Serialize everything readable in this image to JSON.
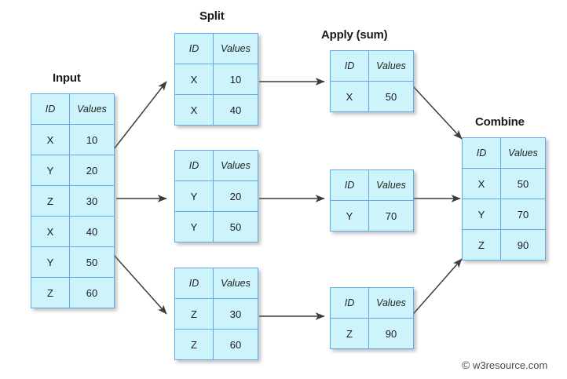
{
  "diagram": {
    "title_stages": {
      "input": "Input",
      "split": "Split",
      "apply": "Apply (sum)",
      "combine": "Combine"
    },
    "columns": {
      "id": "ID",
      "values": "Values"
    },
    "colors": {
      "cell_fill": "#cdf4fb",
      "cell_border": "#63a8e8",
      "arrow": "#3d3d3d",
      "label_text": "#1a1a1a",
      "background": "#ffffff"
    }
  },
  "tables": {
    "input": {
      "label": "Input",
      "headers": [
        "ID",
        "Values"
      ],
      "rows": [
        [
          "X",
          "10"
        ],
        [
          "Y",
          "20"
        ],
        [
          "Z",
          "30"
        ],
        [
          "X",
          "40"
        ],
        [
          "Y",
          "50"
        ],
        [
          "Z",
          "60"
        ]
      ]
    },
    "split": [
      {
        "headers": [
          "ID",
          "Values"
        ],
        "rows": [
          [
            "X",
            "10"
          ],
          [
            "X",
            "40"
          ]
        ]
      },
      {
        "headers": [
          "ID",
          "Values"
        ],
        "rows": [
          [
            "Y",
            "20"
          ],
          [
            "Y",
            "50"
          ]
        ]
      },
      {
        "headers": [
          "ID",
          "Values"
        ],
        "rows": [
          [
            "Z",
            "30"
          ],
          [
            "Z",
            "60"
          ]
        ]
      }
    ],
    "apply": [
      {
        "headers": [
          "ID",
          "Values"
        ],
        "rows": [
          [
            "X",
            "50"
          ]
        ]
      },
      {
        "headers": [
          "ID",
          "Values"
        ],
        "rows": [
          [
            "Y",
            "70"
          ]
        ]
      },
      {
        "headers": [
          "ID",
          "Values"
        ],
        "rows": [
          [
            "Z",
            "90"
          ]
        ]
      }
    ],
    "combine": {
      "label": "Combine",
      "headers": [
        "ID",
        "Values"
      ],
      "rows": [
        [
          "X",
          "50"
        ],
        [
          "Y",
          "70"
        ],
        [
          "Z",
          "90"
        ]
      ]
    }
  },
  "watermark": {
    "copyright_symbol": "©",
    "text": "w3resource.com"
  }
}
